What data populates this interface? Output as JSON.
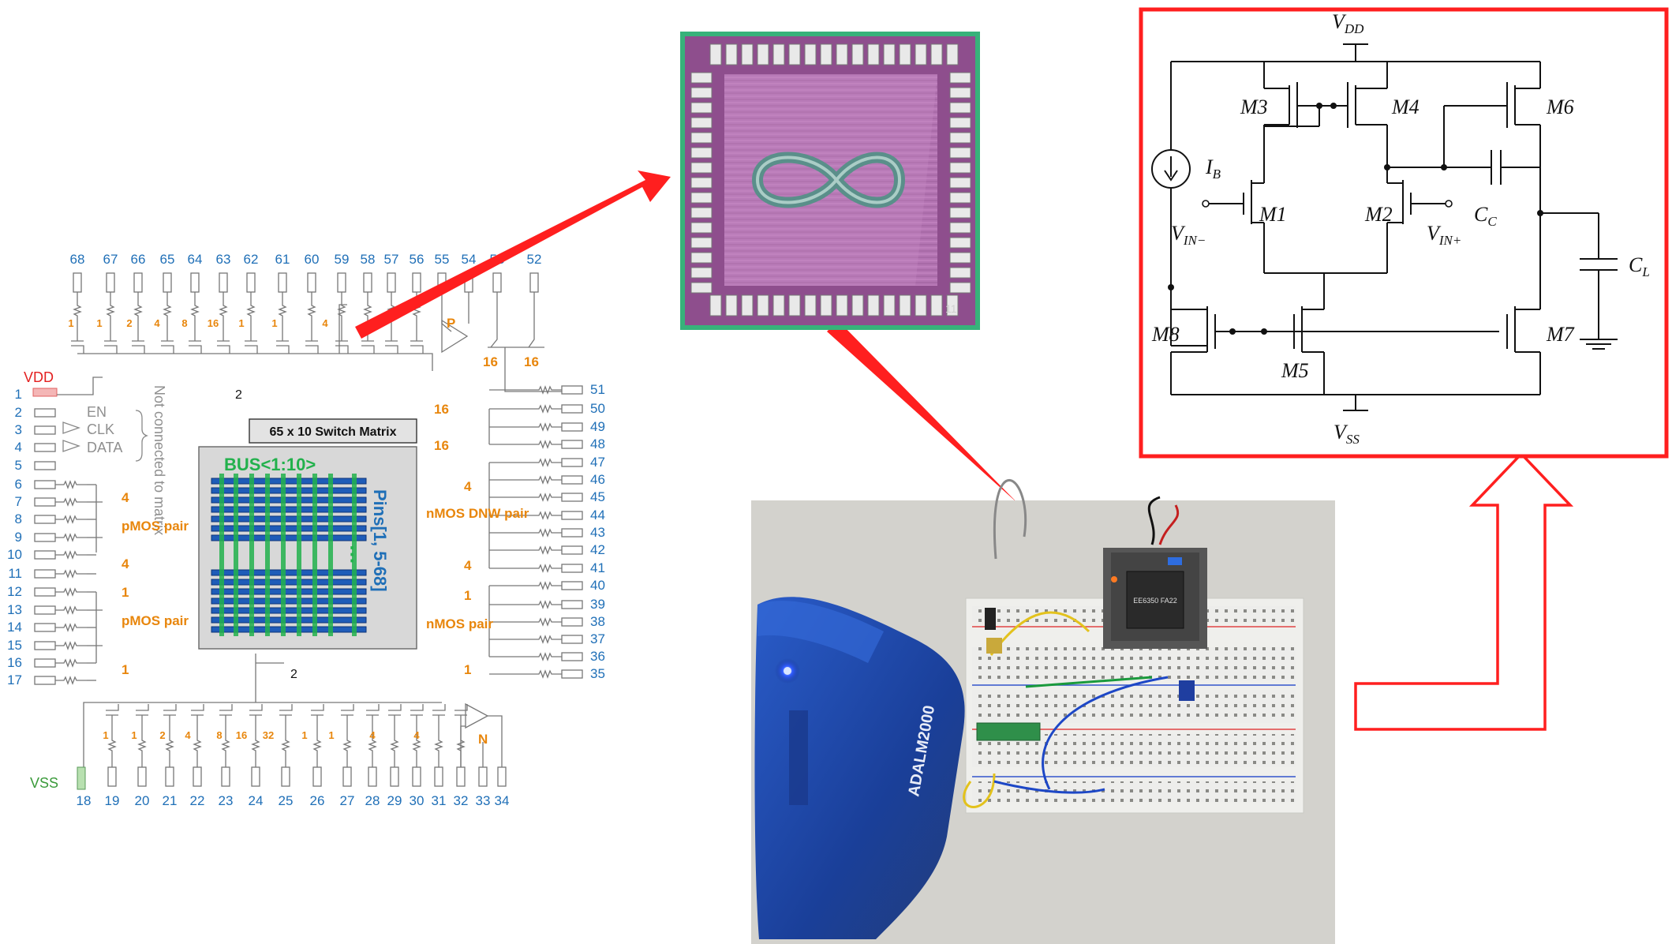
{
  "matrix": {
    "top_pins": [
      "68",
      "67",
      "66",
      "65",
      "64",
      "63",
      "62",
      "61",
      "60",
      "59",
      "58",
      "57",
      "56",
      "55",
      "54",
      "53",
      "52"
    ],
    "left_pins": [
      "1",
      "2",
      "3",
      "4",
      "5",
      "6",
      "7",
      "8",
      "9",
      "10",
      "11",
      "12",
      "13",
      "14",
      "15",
      "16",
      "17"
    ],
    "right_pins": [
      "51",
      "50",
      "49",
      "48",
      "47",
      "46",
      "45",
      "44",
      "43",
      "42",
      "41",
      "40",
      "39",
      "38",
      "37",
      "36",
      "35"
    ],
    "bottom_pins": [
      "18",
      "19",
      "20",
      "21",
      "22",
      "23",
      "24",
      "25",
      "26",
      "27",
      "28",
      "29",
      "30",
      "31",
      "32",
      "33",
      "34"
    ],
    "top_weights": [
      "1",
      "1",
      "2",
      "4",
      "8",
      "16",
      "1",
      "1",
      "4"
    ],
    "bottom_weights": [
      "1",
      "1",
      "2",
      "4",
      "8",
      "16",
      "32",
      "1",
      "1",
      "4",
      "4"
    ],
    "vdd_label": "VDD",
    "vss_label": "VSS",
    "control_labels": [
      "EN",
      "CLK",
      "DATA"
    ],
    "not_connected_label": "Not connected to matrix",
    "switch_matrix_title": "65 x 10 Switch Matrix",
    "bus_label": "BUS<1:10>",
    "pins_label": "Pins[1, 5-68]",
    "ellipsis": "⋮",
    "left_groups": [
      {
        "name": "pMOS pair",
        "w1": "4",
        "w2": "4"
      },
      {
        "name": "pMOS pair",
        "w1": "1",
        "w2": "1"
      }
    ],
    "right_groups": [
      {
        "name": "nMOS DNW pair",
        "w1": "4",
        "w2": "4"
      },
      {
        "name": "nMOS pair",
        "w1": "1",
        "w2": "1"
      }
    ],
    "top_right_weights": [
      "16",
      "16"
    ],
    "right_top_weights": [
      "16",
      "16"
    ],
    "p_label": "P",
    "n_label": "N",
    "mirror_labels": [
      "2",
      "2"
    ]
  },
  "die": {
    "corner_mark": "11"
  },
  "board": {
    "chip_label": "EE6350 FA22",
    "instrument_label": "ADALM2000"
  },
  "schematic": {
    "vdd": "V",
    "vdd_sub": "DD",
    "vss": "V",
    "vss_sub": "SS",
    "transistors": [
      "M1",
      "M2",
      "M3",
      "M4",
      "M5",
      "M6",
      "M7",
      "M8"
    ],
    "ib": "I",
    "ib_sub": "B",
    "vin_minus": "V",
    "vin_minus_sub": "IN−",
    "vin_plus": "V",
    "vin_plus_sub": "IN+",
    "cc": "C",
    "cc_sub": "C",
    "cl": "C",
    "cl_sub": "L"
  },
  "colors": {
    "accent_red": "#ff1f1f",
    "pin_blue": "#1f6fb7",
    "weight_orange": "#e8860c",
    "bus_green": "#22b14c",
    "die_purple": "#b679b6"
  }
}
